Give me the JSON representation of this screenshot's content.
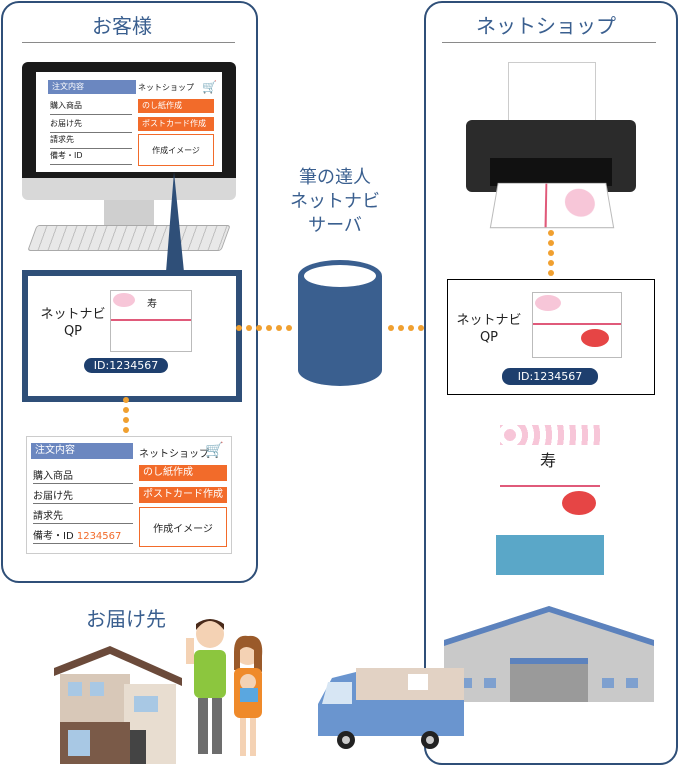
{
  "customer": {
    "title": "お客様"
  },
  "shop": {
    "title": "ネットショップ"
  },
  "server": {
    "label_lines": [
      "筆の達人",
      "ネットナビ",
      "サーバ"
    ]
  },
  "delivery": {
    "title": "お届け先"
  },
  "order_form": {
    "header": "注文内容",
    "shop_name": "ネットショップ",
    "rows": [
      "購入商品",
      "お届け先",
      "請求先",
      "備考・ID"
    ],
    "id_value": "1234567",
    "buttons": [
      "のし紙作成",
      "ポストカード作成"
    ],
    "preview": "作成イメージ"
  },
  "qp": {
    "name": "ネットナビ",
    "sub": "QP",
    "id": "ID:1234567"
  },
  "noshi": {
    "kotobuki": "寿"
  },
  "colors": {
    "panel_border": "#2f4f78",
    "accent_orange": "#f26b2a",
    "header_blue": "#6b87c0",
    "dot": "#f0a030",
    "navy": "#1e3f6e"
  }
}
